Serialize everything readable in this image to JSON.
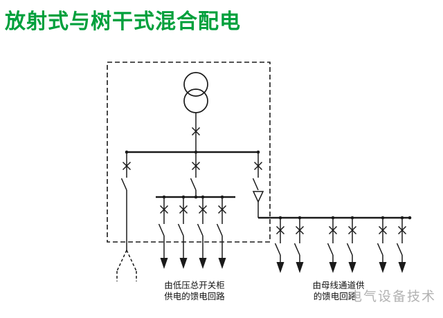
{
  "title": "放射式与树干式混合配电",
  "colors": {
    "title": "#00A03C",
    "line": "#1a1a1a",
    "watermark": "#b2b2b2"
  },
  "diagram": {
    "labels": {
      "left_feeder_group_line1": "由低压总开关柜",
      "left_feeder_group_line2": "供电的馈电回路",
      "right_feeder_group_line1": "由母线通道供",
      "right_feeder_group_line2": "的馈电回路"
    }
  },
  "watermark": {
    "text": "电气设备技术"
  }
}
